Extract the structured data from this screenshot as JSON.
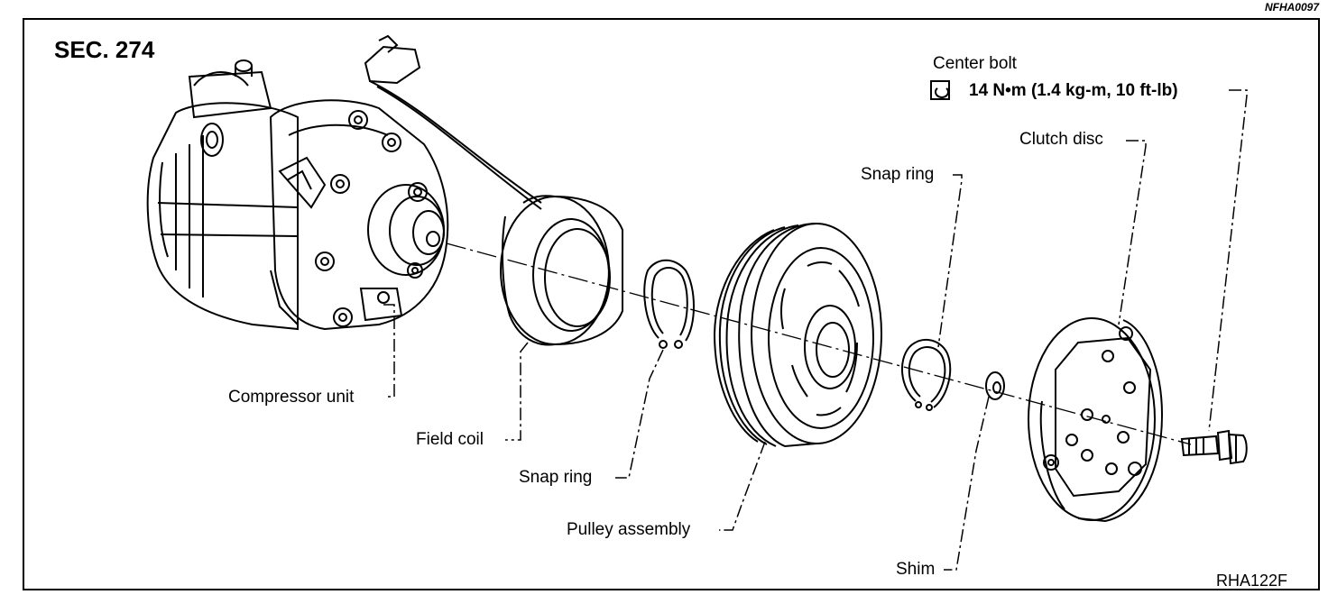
{
  "header": {
    "figure_ref": "NFHA0097",
    "section": "SEC. 274"
  },
  "labels": {
    "center_bolt": "Center bolt",
    "torque_spec": "14 N•m (1.4 kg-m, 10 ft-lb)",
    "clutch_disc": "Clutch disc",
    "snap_ring_upper": "Snap ring",
    "compressor_unit": "Compressor unit",
    "field_coil": "Field coil",
    "snap_ring_lower": "Snap ring",
    "pulley_assembly": "Pulley assembly",
    "shim": "Shim"
  },
  "footer": {
    "figure_code": "RHA122F"
  },
  "icons": {
    "torque": "torque-wrench-icon"
  }
}
